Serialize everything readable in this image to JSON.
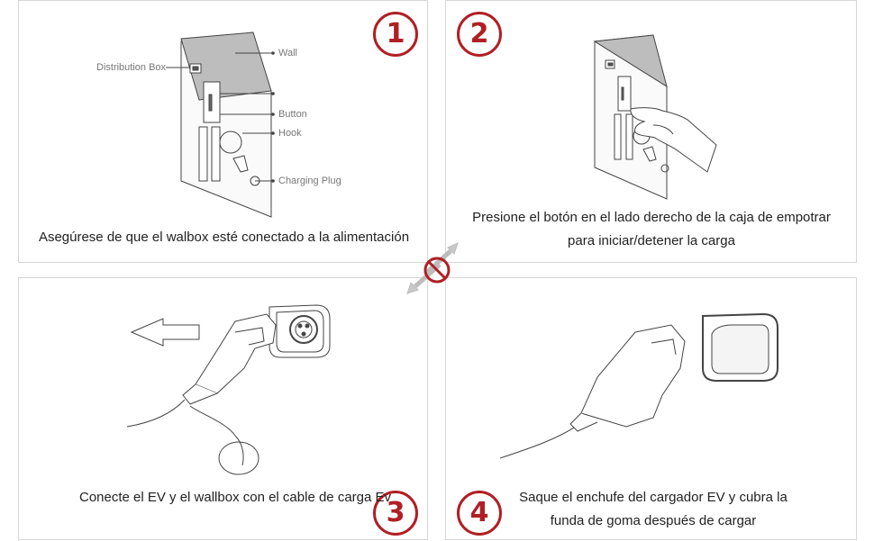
{
  "steps": [
    {
      "number": "1",
      "caption": "Asegúrese de que el walbox esté conectado a la alimentación"
    },
    {
      "number": "2",
      "caption": "Presione el botón en el lado derecho de la caja de empotrar para iniciar/detener la carga"
    },
    {
      "number": "3",
      "caption": "Conecte el EV y el wallbox con el cable de carga Ev"
    },
    {
      "number": "4",
      "caption": "Saque el enchufe del cargador EV y cubra la funda de goma después de cargar"
    }
  ],
  "labels": {
    "wall": "Wall",
    "distribution_box": "Distribution Box",
    "button": "Button",
    "hook": "Hook",
    "charging_plug": "Charging Plug"
  },
  "colors": {
    "accent": "#b01f24",
    "border": "#d6d6d6",
    "line": "#555555"
  }
}
